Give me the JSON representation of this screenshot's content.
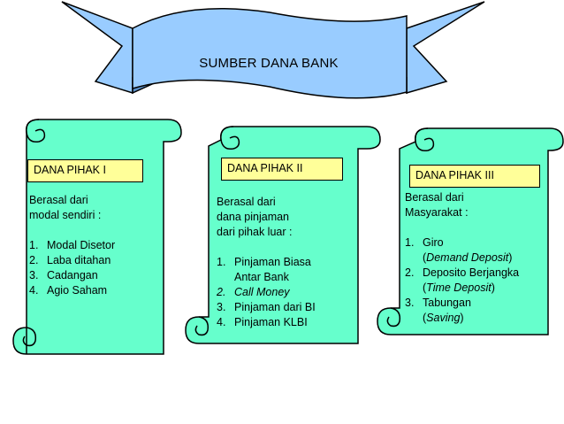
{
  "banner": {
    "title": "SUMBER DANA BANK"
  },
  "colors": {
    "banner_fill": "#99ccff",
    "scroll_fill": "#66ffcc",
    "label_fill": "#ffff99",
    "outline": "#000000"
  },
  "panels": [
    {
      "label": "DANA PIHAK I",
      "intro": [
        "Berasal dari",
        "modal sendiri :"
      ],
      "items": [
        {
          "num": "1.",
          "text": "Modal Disetor"
        },
        {
          "num": "2.",
          "text": "Laba ditahan"
        },
        {
          "num": "3.",
          "text": "Cadangan"
        },
        {
          "num": "4.",
          "text": "Agio Saham"
        }
      ]
    },
    {
      "label": "DANA PIHAK II",
      "intro": [
        "Berasal dari",
        "dana pinjaman",
        "dari pihak luar :"
      ],
      "items": [
        {
          "num": "1.",
          "text": "Pinjaman Biasa",
          "text2": "Antar Bank"
        },
        {
          "num": "2.",
          "text": "Call Money"
        },
        {
          "num": "3.",
          "text": "Pinjaman dari BI"
        },
        {
          "num": "4.",
          "text": "Pinjaman KLBI"
        }
      ]
    },
    {
      "label": "DANA PIHAK III",
      "intro": [
        "Berasal dari",
        "Masyarakat :"
      ],
      "items": [
        {
          "num": "1.",
          "text": "Giro",
          "open": "(",
          "italic": "Demand Deposit",
          "close": ")"
        },
        {
          "num": "2.",
          "text": "Deposito Berjangka",
          "open": "(",
          "italic": "Time Deposit",
          "close": ")"
        },
        {
          "num": "3.",
          "text": "Tabungan",
          "open": "(",
          "italic": "Saving",
          "close": ")"
        }
      ]
    }
  ]
}
